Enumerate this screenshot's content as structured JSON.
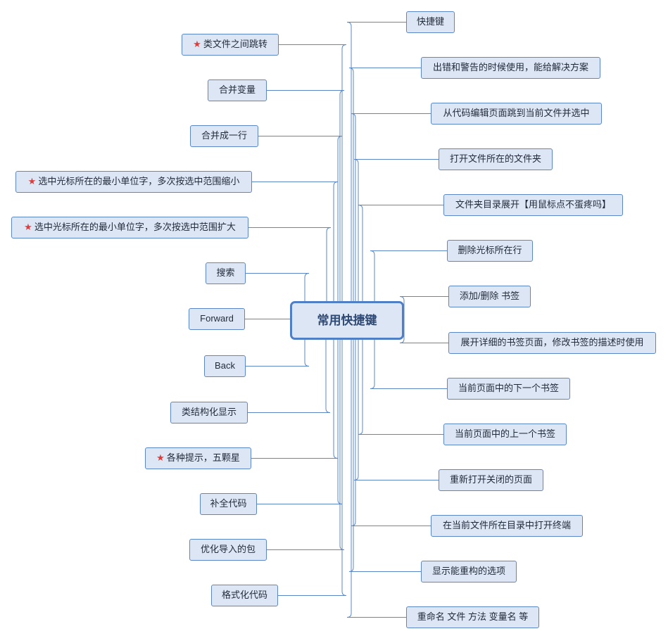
{
  "center": {
    "label": "常用快捷键"
  },
  "left_nodes": [
    {
      "label": "类文件之间跳转",
      "starred": true
    },
    {
      "label": "合并变量",
      "starred": false
    },
    {
      "label": "合并成一行",
      "starred": false
    },
    {
      "label": "选中光标所在的最小单位字，多次按选中范围缩小",
      "starred": true
    },
    {
      "label": "选中光标所在的最小单位字，多次按选中范围扩大",
      "starred": true
    },
    {
      "label": "搜索",
      "starred": false
    },
    {
      "label": "Forward",
      "starred": false
    },
    {
      "label": "Back",
      "starred": false
    },
    {
      "label": "类结构化显示",
      "starred": false
    },
    {
      "label": "各种提示，五颗星",
      "starred": true
    },
    {
      "label": "补全代码",
      "starred": false
    },
    {
      "label": "优化导入的包",
      "starred": false
    },
    {
      "label": "格式化代码",
      "starred": false
    }
  ],
  "right_nodes": [
    {
      "label": "快捷键"
    },
    {
      "label": "出错和警告的时候使用，能给解决方案"
    },
    {
      "label": "从代码编辑页面跳到当前文件并选中"
    },
    {
      "label": "打开文件所在的文件夹"
    },
    {
      "label": "文件夹目录展开【用鼠标点不蛋疼吗】"
    },
    {
      "label": "删除光标所在行"
    },
    {
      "label": "添加/删除 书签"
    },
    {
      "label": "展开详细的书签页面，修改书签的描述时使用"
    },
    {
      "label": "当前页面中的下一个书签"
    },
    {
      "label": "当前页面中的上一个书签"
    },
    {
      "label": "重新打开关闭的页面"
    },
    {
      "label": "在当前文件所在目录中打开终端"
    },
    {
      "label": "显示能重构的选项"
    },
    {
      "label": "重命名 文件 方法 变量名 等"
    }
  ],
  "colors": {
    "node_fill": "#dde6f4",
    "node_border": "#5b87c6",
    "connector": "#5b87c6",
    "star": "#e03c3c"
  },
  "icons": {
    "priority": "star-icon"
  }
}
